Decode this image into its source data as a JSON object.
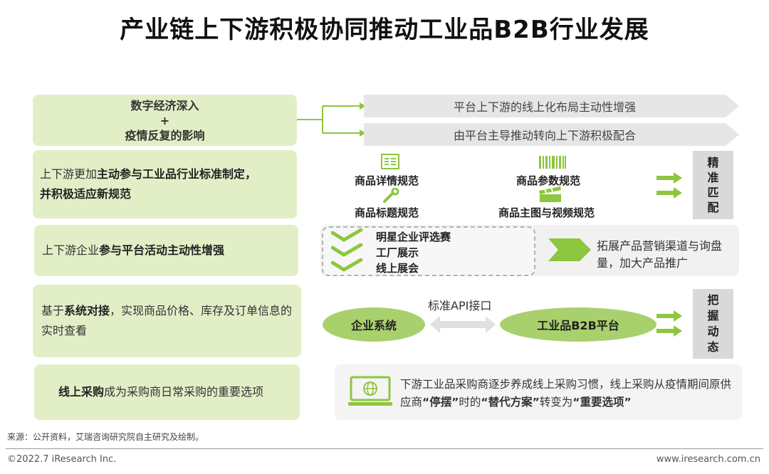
{
  "title": "产业链上下游积极协同推动工业品B2B行业发展",
  "colors": {
    "green": "#8dc63f",
    "light_green": "#e2efc6",
    "grey_box": "#f1f1f1",
    "grey_label": "#d9d9d9"
  },
  "row1": {
    "left_line1": "数字经济深入",
    "left_plus": "+",
    "left_line2": "疫情反复的影响",
    "banner1": "平台上下游的线上化布局主动性增强",
    "banner2": "由平台主导推动转向上下游积极配合"
  },
  "row2": {
    "left_a": "上下游更加",
    "left_b": "主动参与工业品行业标准制定，",
    "left_c": "并积极适应新规范",
    "items": [
      "商品详情规范",
      "商品参数规范",
      "商品标题规范",
      "商品主图与视频规范"
    ],
    "icons": [
      "document-icon",
      "barcode-icon",
      "wrench-icon",
      "clapperboard-icon"
    ],
    "side_label": "精准匹配"
  },
  "row3": {
    "left_a": "上下游企业",
    "left_b": "参与平台活动主动性增强",
    "checks": [
      "明星企业评选赛",
      "工厂展示",
      "线上展会"
    ],
    "result": "拓展产品营销渠道与询盘量，加大产品推广"
  },
  "row4": {
    "left_a": "基于",
    "left_b": "系统对接",
    "left_c": "，实现商品价格、库存及订单信息的实时查看",
    "api_label": "标准API接口",
    "ellipse_left": "企业系统",
    "ellipse_right": "工业品B2B平台",
    "side_label": "把握动态"
  },
  "row5": {
    "left_a": "线上采购",
    "left_b": "成为采购商日常采购的重要选项",
    "text_a": "下游工业品采购商逐步养成线上采购习惯，线上采购从疫情期间原供应商",
    "text_b": "“停摆”",
    "text_c": "时的",
    "text_d": "“替代方案”",
    "text_e": "转变为",
    "text_f": "“重要选项”"
  },
  "footer": {
    "source": "来源：公开资料，艾瑞咨询研究院自主研究及绘制。",
    "copyright": "©2022.7 iResearch Inc.",
    "website": "www.iresearch.com.cn"
  }
}
